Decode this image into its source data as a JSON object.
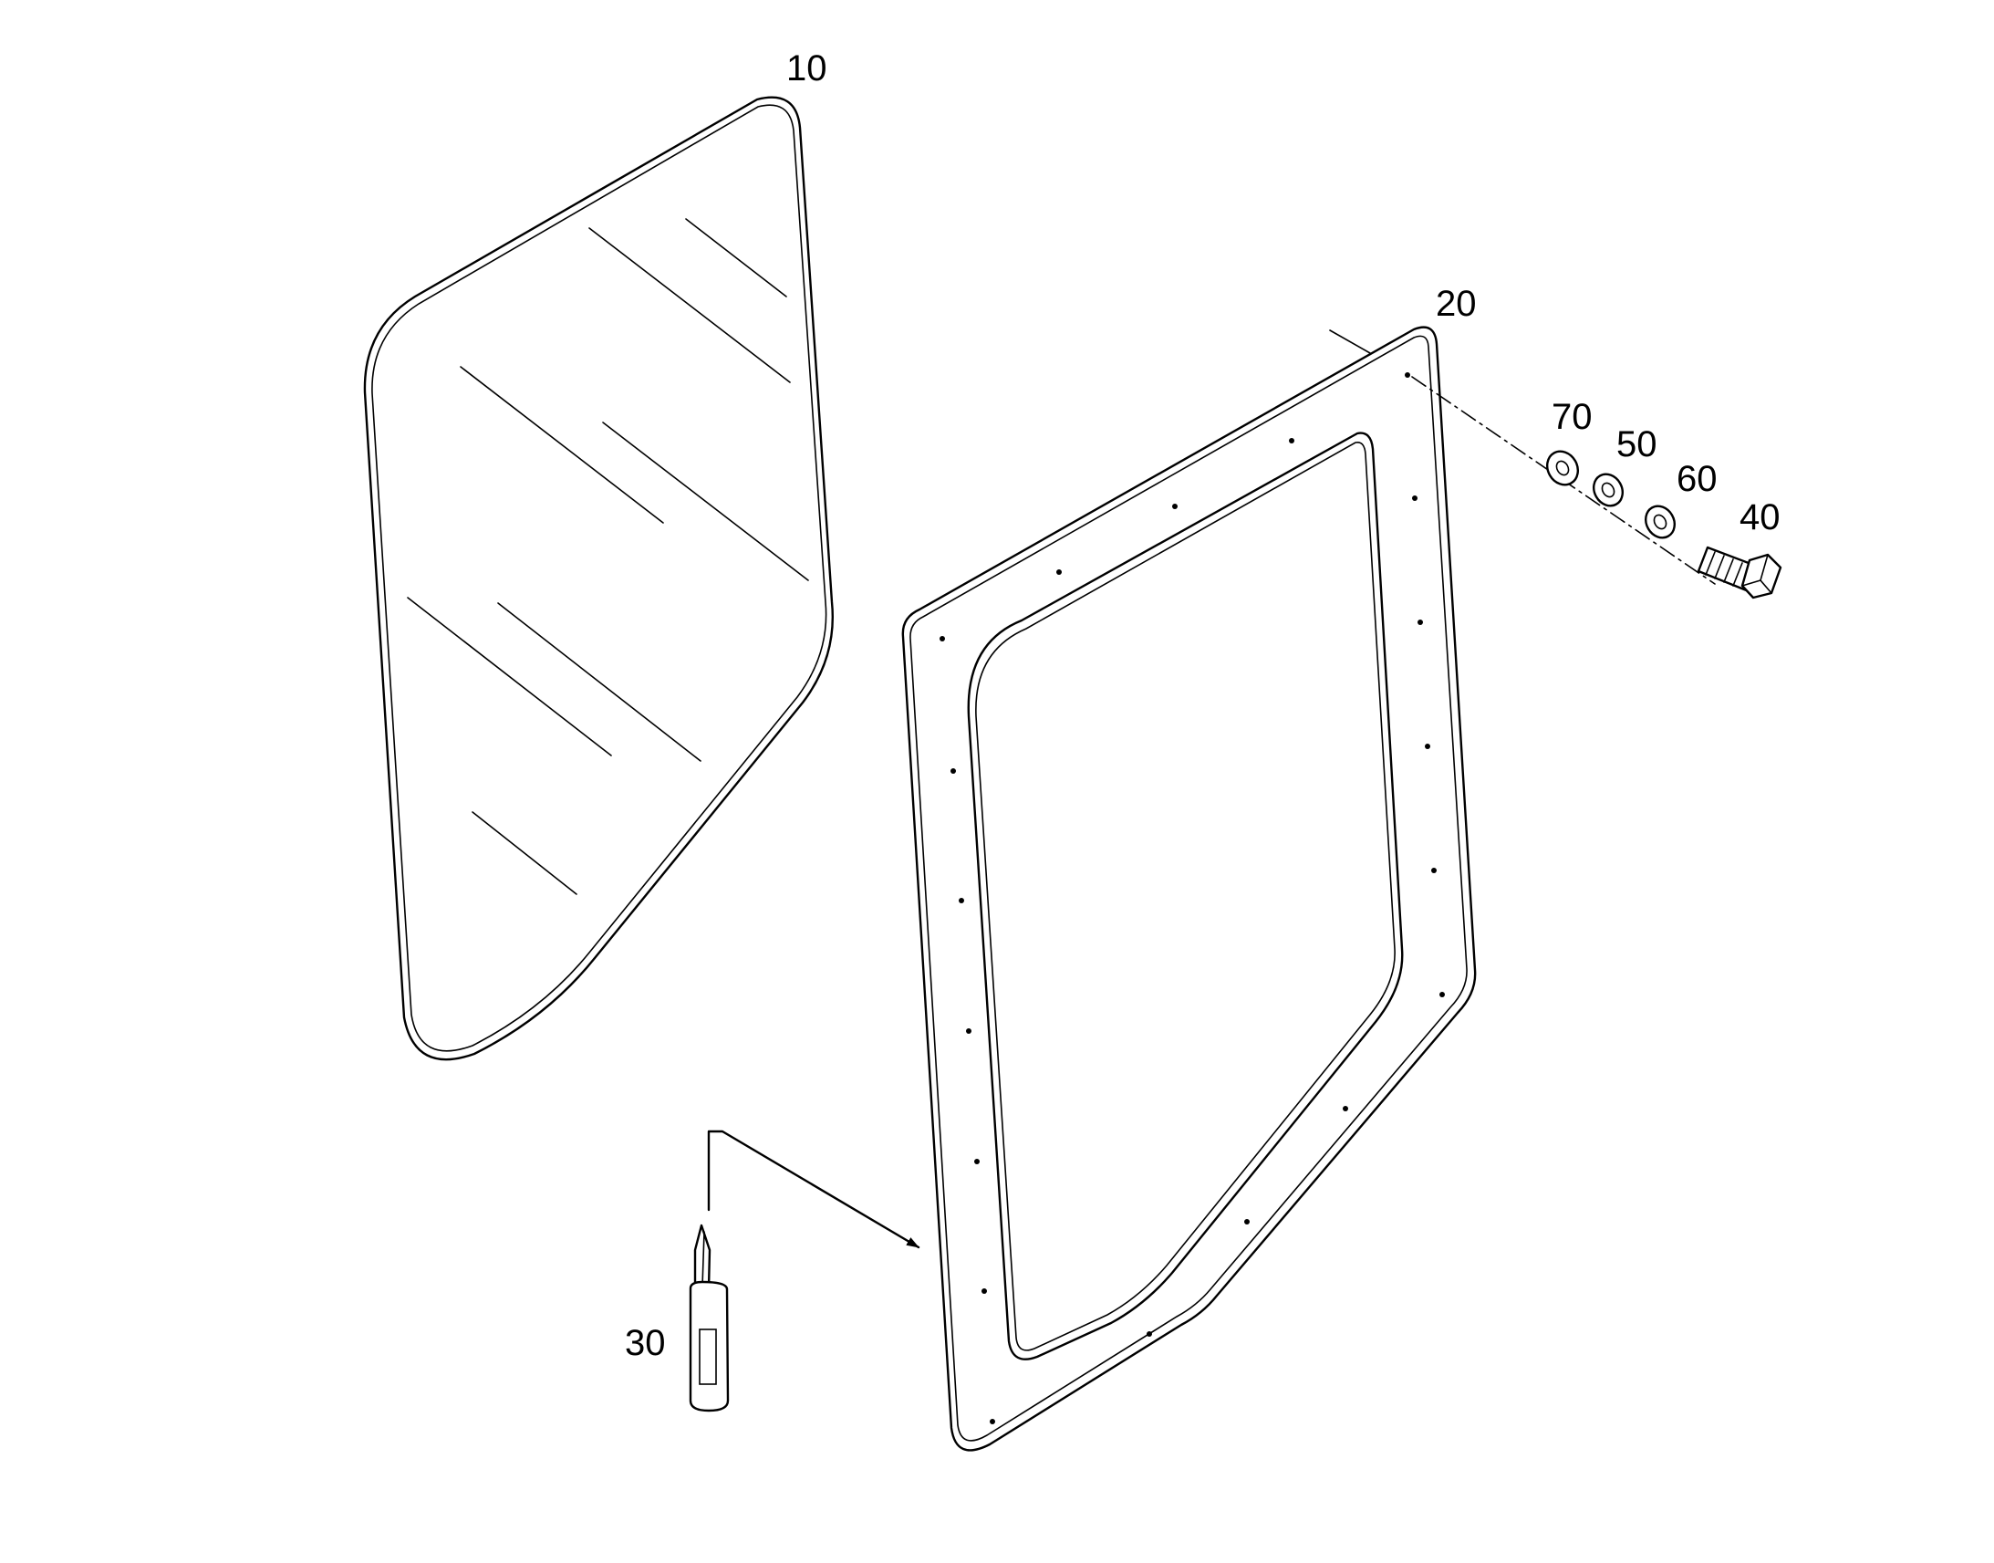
{
  "callouts": {
    "glass": "10",
    "frame": "20",
    "sealant": "30",
    "bolt": "40",
    "washer_mid": "50",
    "washer_outer": "60",
    "washer_inner": "70"
  },
  "colors": {
    "line": "#000000",
    "background": "#ffffff"
  },
  "icons": {
    "arrow": "arrowhead"
  }
}
